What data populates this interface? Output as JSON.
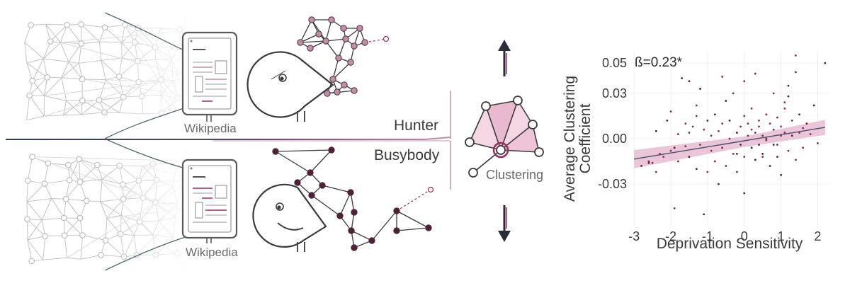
{
  "labels": {
    "wikipedia_top": "Wikipedia",
    "wikipedia_bottom": "Wikipedia",
    "hunter": "Hunter",
    "busybody": "Busybody",
    "clustering": "Clustering"
  },
  "colors": {
    "hunter_node": "#c98aa9",
    "busybody_node": "#5a1a3c",
    "accent": "#9c2a63",
    "band": "#e3b3cb",
    "line": "#2a2c3a",
    "gray_network": "#bdbdbd"
  },
  "chart_data": {
    "type": "scatter",
    "xlabel": "Deprivation Sensitivity",
    "ylabel_line1": "Average Clustering",
    "ylabel_line2": "Coefficient",
    "xlim": [
      -3.1,
      2.3
    ],
    "ylim": [
      -0.058,
      0.058
    ],
    "xticks": [
      -3,
      -2,
      -1,
      0,
      1,
      2
    ],
    "yticks": [
      0.05,
      0.03,
      0.0,
      -0.03
    ],
    "ytick_labels": [
      "0.05",
      "0.03",
      "0.00",
      "-0.03"
    ],
    "annotation": "ß=0.23*",
    "grid": true,
    "fit": {
      "x": [
        -3.0,
        2.2
      ],
      "y": [
        -0.0135,
        0.0075
      ]
    },
    "band_upper": {
      "x": [
        -3.0,
        0.0,
        2.2
      ],
      "y": [
        -0.0075,
        0.0015,
        0.0125
      ]
    },
    "band_lower": {
      "x": [
        -3.0,
        0.0,
        2.2
      ],
      "y": [
        -0.0195,
        -0.0055,
        0.0025
      ]
    },
    "points": {
      "x": [
        -2.8,
        -2.6,
        -2.5,
        -2.4,
        -2.3,
        -2.2,
        -2.1,
        -2.0,
        -2.0,
        -1.9,
        -1.8,
        -1.8,
        -1.7,
        -1.6,
        -1.6,
        -1.5,
        -1.5,
        -1.4,
        -1.3,
        -1.3,
        -1.2,
        -1.2,
        -1.1,
        -1.0,
        -1.0,
        -0.9,
        -0.9,
        -0.8,
        -0.8,
        -0.7,
        -0.7,
        -0.6,
        -0.6,
        -0.5,
        -0.5,
        -0.4,
        -0.4,
        -0.3,
        -0.3,
        -0.2,
        -0.2,
        -0.1,
        -0.1,
        0.0,
        0.0,
        0.0,
        0.1,
        0.1,
        0.2,
        0.2,
        0.2,
        0.3,
        0.3,
        0.4,
        0.4,
        0.4,
        0.5,
        0.5,
        0.6,
        0.6,
        0.7,
        0.7,
        0.8,
        0.8,
        0.8,
        0.9,
        0.9,
        1.0,
        1.0,
        1.0,
        1.1,
        1.1,
        1.2,
        1.2,
        1.3,
        1.3,
        1.4,
        1.4,
        1.5,
        1.5,
        1.6,
        1.7,
        1.8,
        2.0,
        2.2,
        -2.4,
        -1.9,
        -1.1,
        0.0,
        1.4,
        1.2,
        0.3,
        -0.6,
        -1.5,
        0.6,
        1.1,
        -0.2,
        0.9,
        1.6,
        -2.6,
        -1.3,
        0.5,
        1.9
      ],
      "y": [
        -0.018,
        -0.015,
        -0.016,
        0.005,
        -0.01,
        -0.012,
        0.012,
        -0.008,
        0.018,
        -0.006,
        0.003,
        -0.015,
        0.04,
        -0.005,
        0.01,
        -0.012,
        0.004,
        0.008,
        -0.02,
        0.022,
        -0.004,
        0.033,
        0.006,
        -0.022,
        0.012,
        -0.008,
        0.002,
        0.016,
        -0.015,
        0.005,
        -0.03,
        0.01,
        -0.006,
        0.025,
        -0.018,
        0.0,
        0.012,
        -0.01,
        0.03,
        0.004,
        -0.022,
        0.008,
        -0.004,
        0.015,
        -0.012,
        -0.036,
        0.002,
        0.01,
        -0.006,
        0.02,
        0.006,
        -0.014,
        0.004,
        0.012,
        -0.004,
        0.008,
        0.002,
        -0.01,
        0.016,
        0.0,
        -0.018,
        0.01,
        0.006,
        -0.004,
        0.03,
        0.014,
        -0.012,
        0.008,
        0.002,
        -0.024,
        0.02,
        0.004,
        0.028,
        -0.008,
        0.012,
        0.002,
        0.055,
        -0.014,
        0.016,
        0.004,
        -0.006,
        0.01,
        0.003,
        -0.003,
        0.05,
        -0.022,
        -0.046,
        -0.05,
        0.038,
        0.044,
        0.035,
        0.043,
        0.041,
        0.038,
        -0.001,
        0.024,
        -0.01,
        -0.004,
        0.007,
        -0.016,
        0.015,
        -0.012,
        0.022
      ]
    }
  }
}
